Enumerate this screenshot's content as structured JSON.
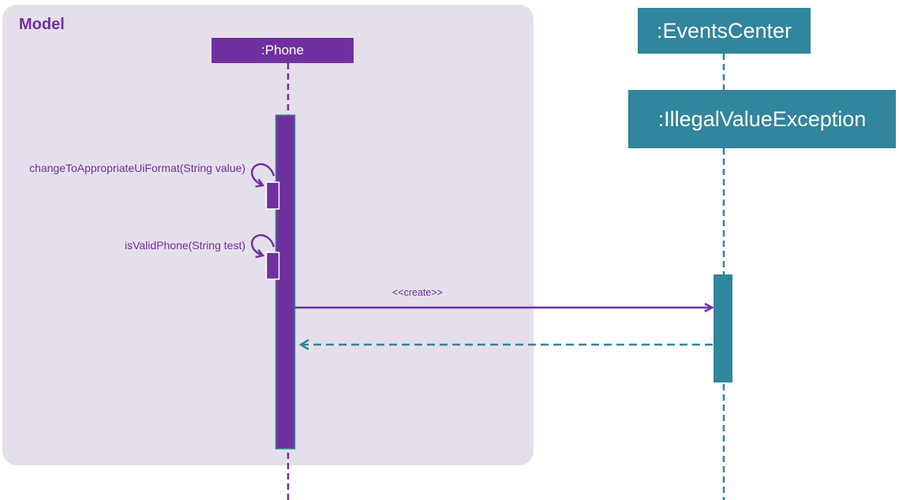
{
  "frame": {
    "label": "Model",
    "color": "#e5dfeb"
  },
  "participants": {
    "phone": {
      "label": ":Phone",
      "color": "#7030a0"
    },
    "events_center": {
      "label": ":EventsCenter",
      "color": "#31859c"
    },
    "illegal_value_exception": {
      "label": ":IllegalValueException",
      "color": "#31859c"
    }
  },
  "messages": {
    "self_call_1": "changeToAppropriateUiFormat(String value)",
    "self_call_2": "isValidPhone(String test)",
    "create": "<<create>>"
  },
  "colors": {
    "purple": "#7030a0",
    "teal": "#31859c"
  }
}
